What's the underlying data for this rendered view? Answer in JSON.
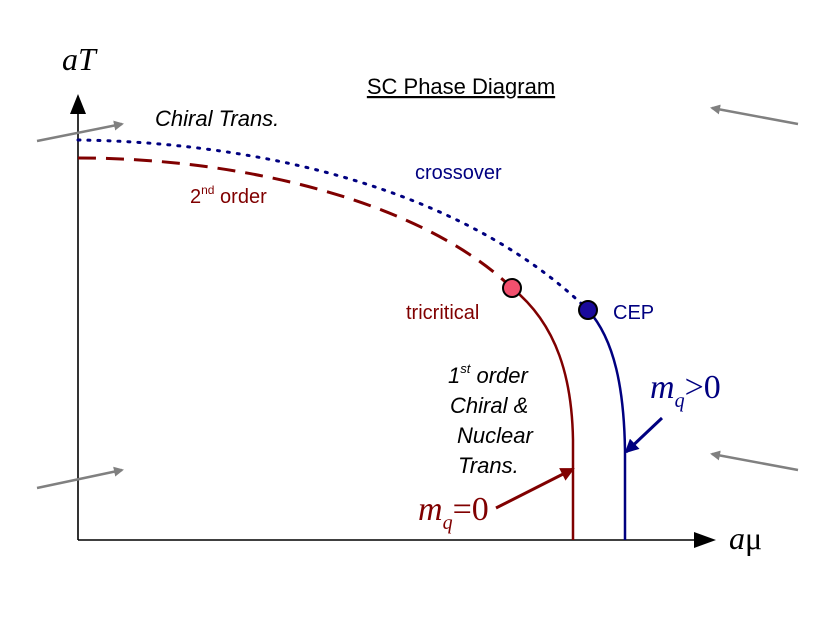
{
  "title": "SC Phase Diagram",
  "axes": {
    "y_label": "aT",
    "x_label_prefix": "a",
    "x_label_symbol": "μ"
  },
  "labels": {
    "chiral_trans": "Chiral Trans.",
    "crossover": "crossover",
    "second_order_num": "2",
    "second_order_sup": "nd",
    "second_order_text": " order",
    "tricritical": "tricritical",
    "cep": "CEP",
    "first_order_num": "1",
    "first_order_sup": "st",
    "first_order_text": " order",
    "chiral_and": "Chiral &",
    "nuclear": "Nuclear",
    "trans": "Trans.",
    "mq_zero_m": "m",
    "mq_zero_sub": "q",
    "mq_zero_rel": "=0",
    "mq_pos_m": "m",
    "mq_pos_sub": "q",
    "mq_pos_rel": ">0"
  },
  "colors": {
    "dark_red": "#800000",
    "navy": "#000080",
    "tricritical_fill": "#f2506e",
    "cep_fill": "#1a0a9c",
    "arrow_gray": "#808080",
    "axis": "#000000"
  }
}
